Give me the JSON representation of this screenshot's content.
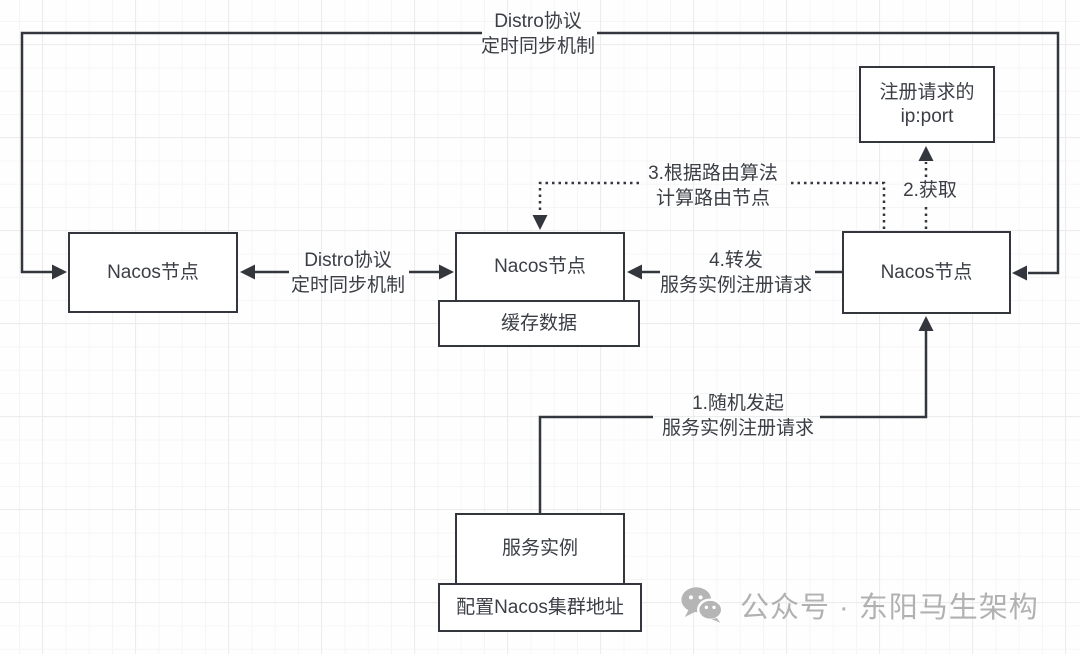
{
  "diagram": {
    "title_hint": "Nacos Distro cluster registration flow",
    "nodes": {
      "left_nacos": {
        "label": "Nacos节点"
      },
      "mid_nacos": {
        "label": "Nacos节点"
      },
      "cache": {
        "label": "缓存数据"
      },
      "right_nacos": {
        "label": "Nacos节点"
      },
      "ip_port": {
        "label": "注册请求的\nip:port"
      },
      "service": {
        "label": "服务实例"
      },
      "config": {
        "label": "配置Nacos集群地址"
      }
    },
    "edge_labels": {
      "top_sync": "Distro协议\n定时同步机制",
      "left_mid": "Distro协议\n定时同步机制",
      "route_calc": "3.根据路由算法\n计算路由节点",
      "fetch": "2.获取",
      "forward": "4.转发\n服务实例注册请求",
      "initiate": "1.随机发起\n服务实例注册请求"
    }
  },
  "watermark": {
    "icon": "wechat-icon",
    "text": "公众号 · 东阳马生架构"
  },
  "colors": {
    "line": "#33373d",
    "text": "#3b3f45",
    "node_fill": "#ffffff",
    "watermark": "#b1b1b1",
    "grid_minor": "#f5f5f5",
    "grid_major": "#ececec",
    "background": "#fefefe"
  }
}
